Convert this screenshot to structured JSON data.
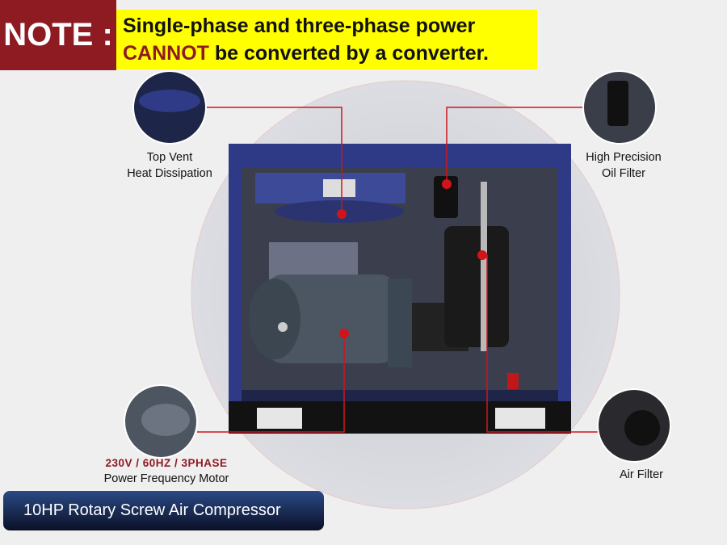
{
  "note": {
    "badge": "NOTE :",
    "line1": "Single-phase and three-phase power",
    "line2_highlight": "CANNOT",
    "line2_rest": " be converted by a converter."
  },
  "callouts": {
    "top_vent": [
      "Top Vent",
      "Heat Dissipation"
    ],
    "oil_filter": [
      "High Precision",
      "Oil Filter"
    ],
    "motor_spec": "230V / 60HZ / 3PHASE",
    "motor": "Power Frequency Motor",
    "air_filter": "Air Filter"
  },
  "banner": "10HP Rotary Screw Air Compressor",
  "colors": {
    "accent_red": "#8e1a22",
    "note_yellow": "#ffff00",
    "frame_blue": "#2a3570",
    "callout_line": "#d0141c"
  }
}
